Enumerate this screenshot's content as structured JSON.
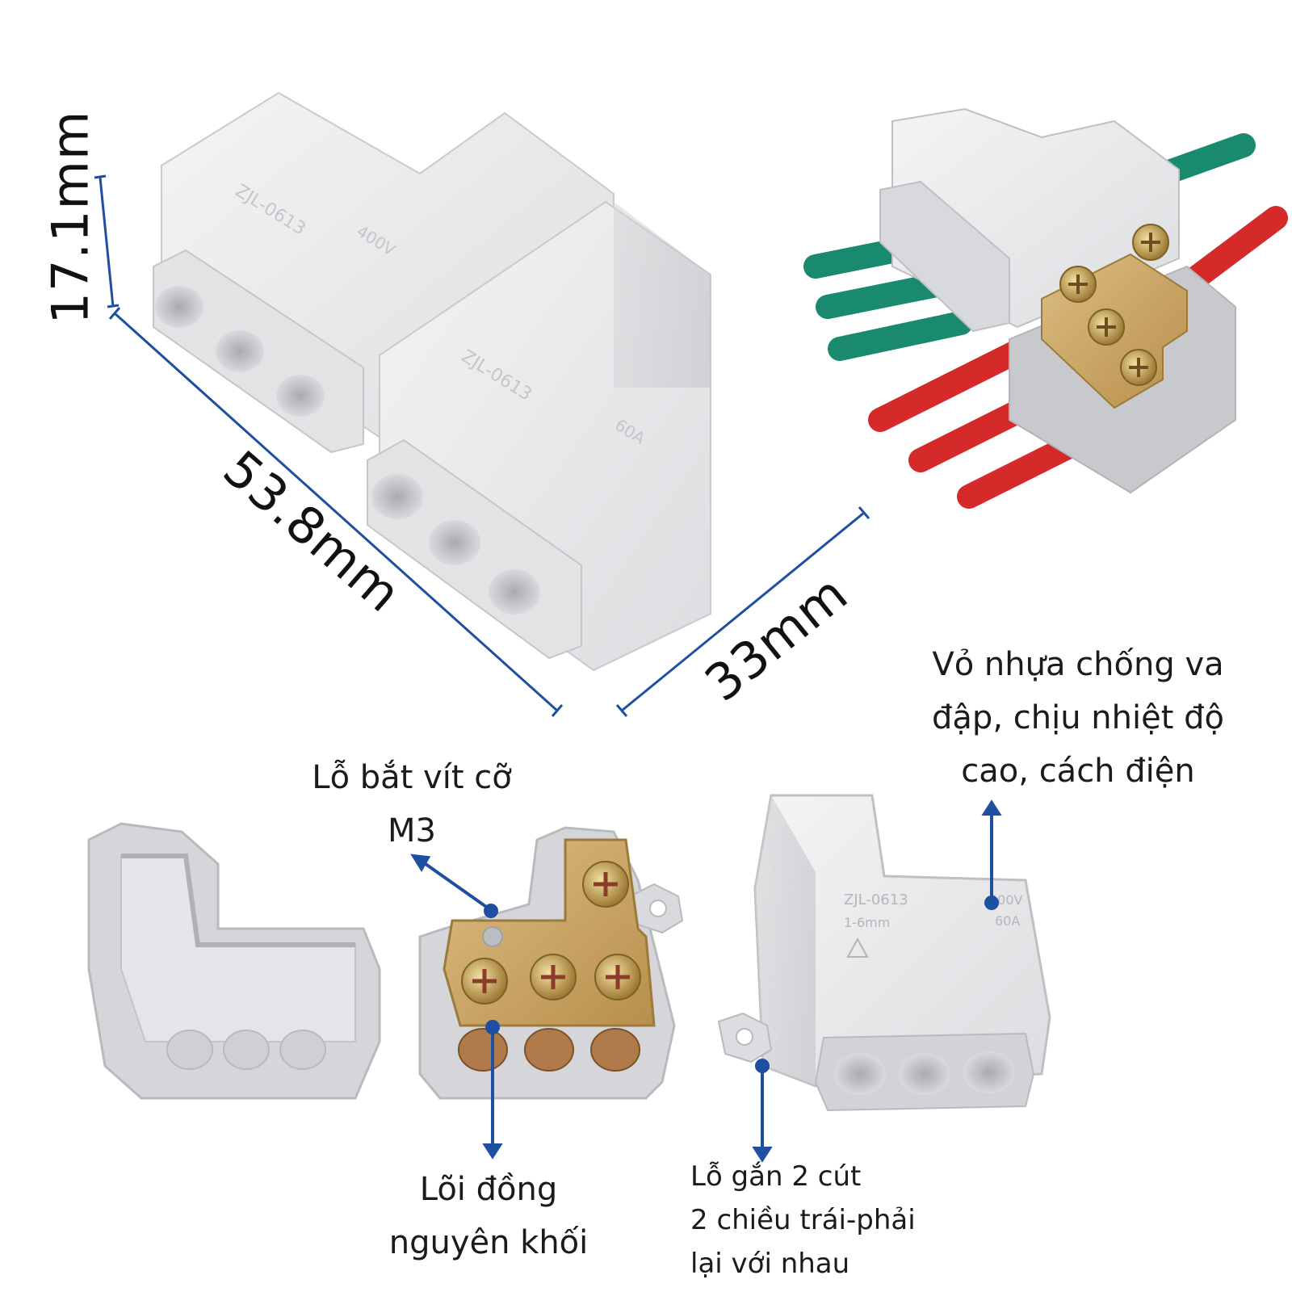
{
  "dimensions": {
    "height": "17.1mm",
    "length": "53.8mm",
    "width": "33mm"
  },
  "product": {
    "model": "ZJL-0613",
    "spec_size": "1-6mm",
    "spec_voltage": "400V",
    "spec_current": "60A"
  },
  "callouts": {
    "screw_hole": [
      "Lỗ bắt vít cỡ",
      "M3"
    ],
    "shell": [
      "Vỏ nhựa chống va",
      "đập, chịu nhiệt độ",
      "cao, cách điện"
    ],
    "copper_core": [
      "Lõi đồng",
      "nguyên khối"
    ],
    "mount_hole": [
      "Lỗ gắn 2 cút",
      "2 chiều trái-phải",
      "lại với nhau"
    ]
  },
  "colors": {
    "dimension_line": "#1e4fa0",
    "housing": "#e9eaeb",
    "copper": "#c9a56a",
    "wire_green": "#1a8a6e",
    "wire_red": "#d42a2a"
  }
}
